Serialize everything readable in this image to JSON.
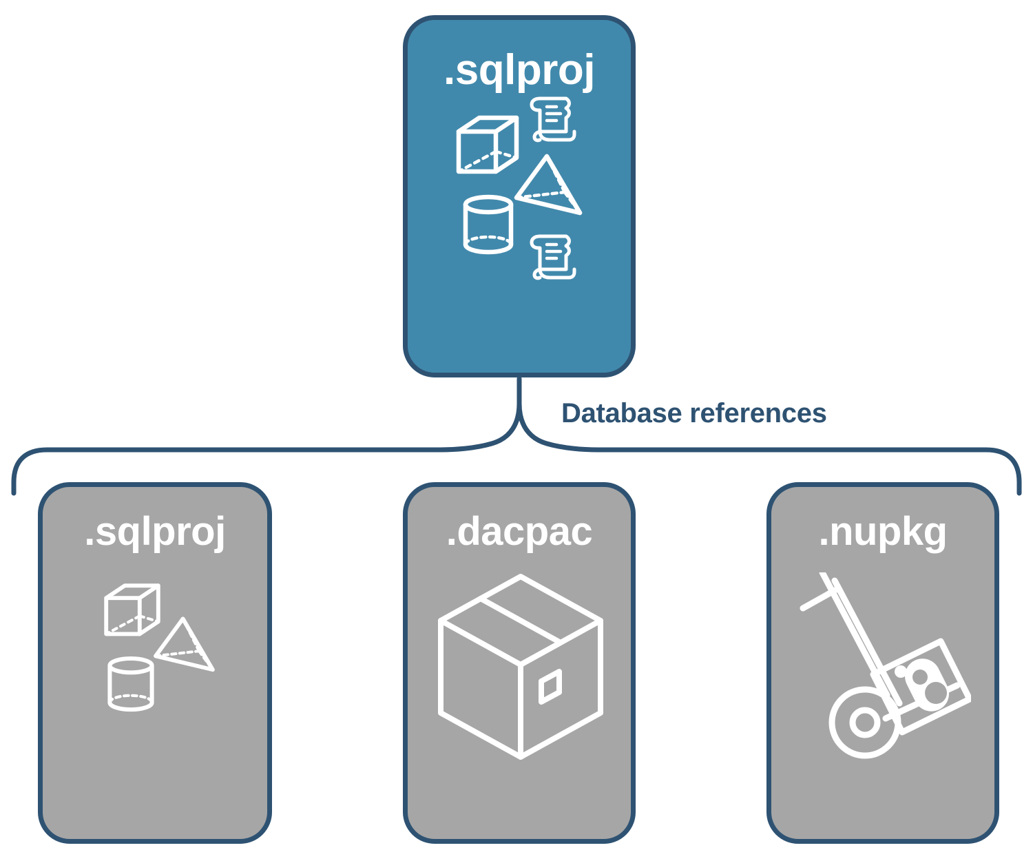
{
  "diagram": {
    "title": "Database references diagram",
    "colors": {
      "primary_fill": "#4189ac",
      "secondary_fill": "#a6a6a6",
      "border": "#2e5272",
      "icon_stroke": "#ffffff",
      "label_text": "#2e5272",
      "background": "#ffffff"
    }
  },
  "top_card": {
    "label": ".sqlproj",
    "icons": [
      "cube-icon",
      "scroll-icon",
      "pyramid-icon",
      "cylinder-icon",
      "scroll-icon"
    ]
  },
  "connector": {
    "label": "Database references",
    "style": "curly-brace"
  },
  "children": [
    {
      "label": ".sqlproj",
      "icons": [
        "cube-icon",
        "pyramid-icon",
        "cylinder-icon"
      ]
    },
    {
      "label": ".dacpac",
      "icons": [
        "package-box-icon"
      ]
    },
    {
      "label": ".nupkg",
      "icons": [
        "hand-truck-icon",
        "nuget-package-icon"
      ]
    }
  ]
}
